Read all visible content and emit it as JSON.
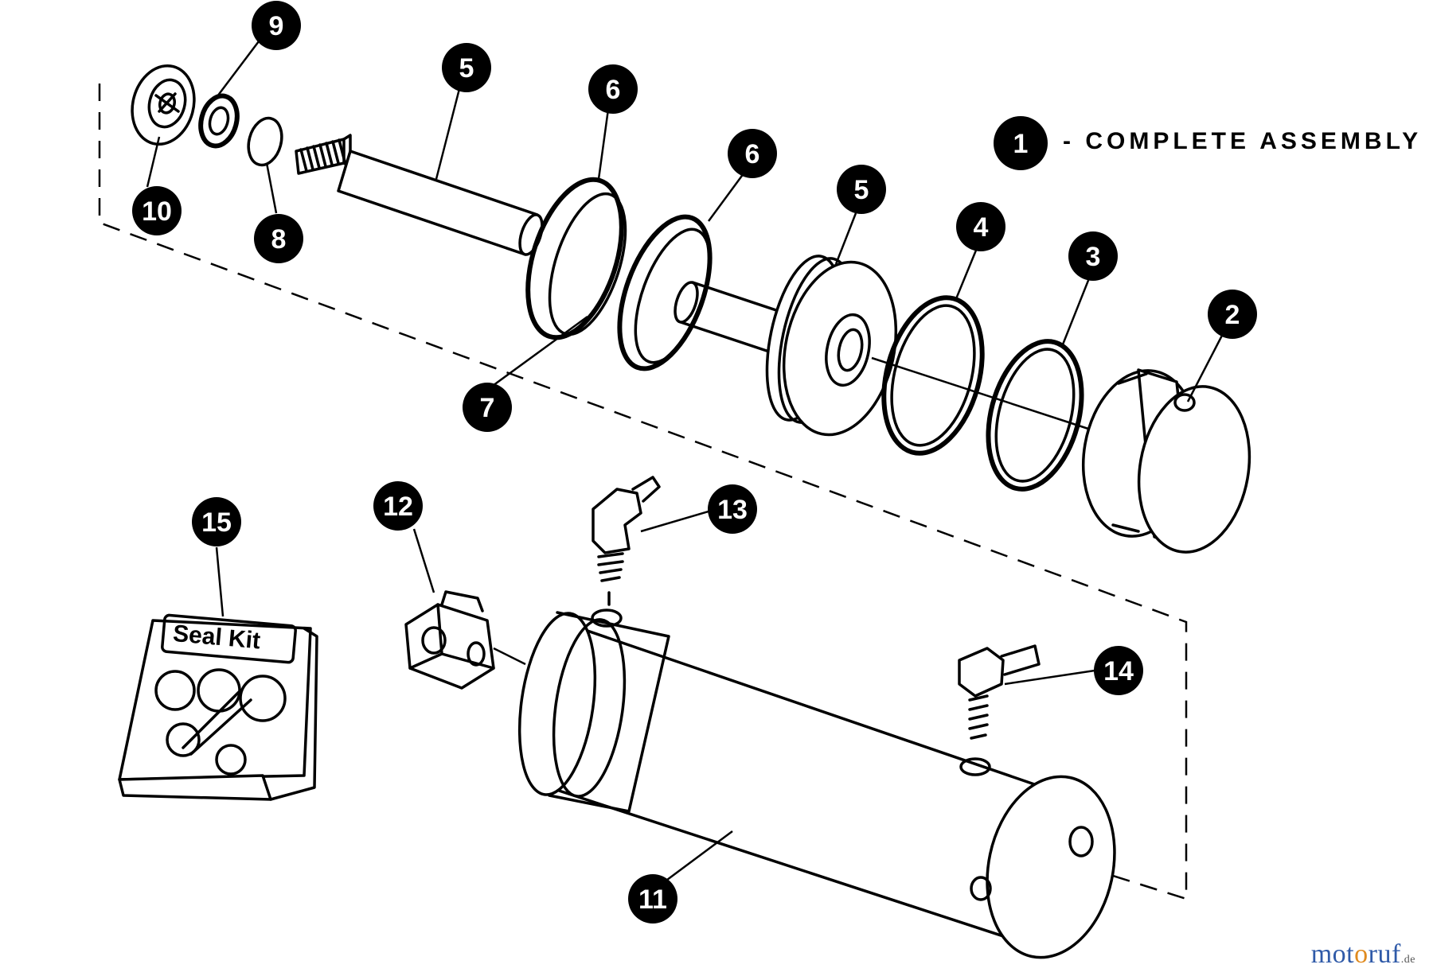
{
  "legend": {
    "number": "1",
    "text": "- COMPLETE ASSEMBLY"
  },
  "callouts": [
    {
      "id": "c10",
      "label": "10"
    },
    {
      "id": "c9",
      "label": "9"
    },
    {
      "id": "c8",
      "label": "8"
    },
    {
      "id": "c5a",
      "label": "5"
    },
    {
      "id": "c6a",
      "label": "6"
    },
    {
      "id": "c6b",
      "label": "6"
    },
    {
      "id": "c7",
      "label": "7"
    },
    {
      "id": "c5b",
      "label": "5"
    },
    {
      "id": "c4",
      "label": "4"
    },
    {
      "id": "c3",
      "label": "3"
    },
    {
      "id": "c2",
      "label": "2"
    },
    {
      "id": "c15",
      "label": "15"
    },
    {
      "id": "c12",
      "label": "12"
    },
    {
      "id": "c13",
      "label": "13"
    },
    {
      "id": "c14",
      "label": "14"
    },
    {
      "id": "c11",
      "label": "11"
    }
  ],
  "seal_kit_label": "Seal Kit",
  "watermark": {
    "part1": "mot",
    "part2": "o",
    "part3": "ruf",
    "tld": ".de"
  },
  "colors": {
    "ink": "#000000",
    "watermark_blue": "#2f5aa8",
    "watermark_orange": "#e08a1e"
  }
}
